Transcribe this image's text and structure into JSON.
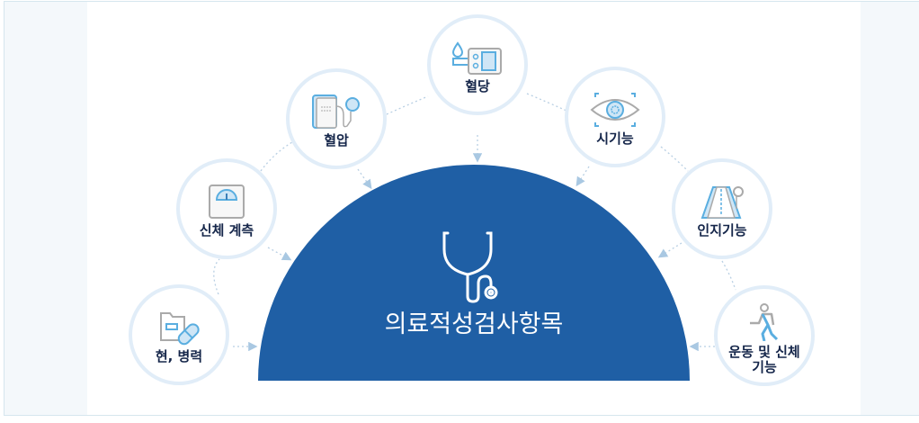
{
  "diagram": {
    "center": {
      "title": "의료적성검사항목",
      "icon": "stethoscope-icon",
      "color": "#1f5fa5"
    },
    "nodes": [
      {
        "id": "history",
        "label": "현, 병력",
        "icon": "folder-pill-icon"
      },
      {
        "id": "body-measure",
        "label": "신체 계측",
        "icon": "scale-icon"
      },
      {
        "id": "blood-pressure",
        "label": "혈압",
        "icon": "blood-pressure-monitor-icon"
      },
      {
        "id": "blood-sugar",
        "label": "혈당",
        "icon": "glucose-meter-icon"
      },
      {
        "id": "vision",
        "label": "시기능",
        "icon": "eye-icon"
      },
      {
        "id": "cognitive",
        "label": "인지기능",
        "icon": "road-sign-icon"
      },
      {
        "id": "motor",
        "label": "운동 및 신체\n기능",
        "label_line1": "운동 및 신체",
        "label_line2": "기능",
        "icon": "walking-person-icon"
      }
    ],
    "colors": {
      "node_border": "#e1edf8",
      "label_text": "#15264a",
      "accent_light": "#5aaee0",
      "icon_gray": "#a9a9a9",
      "connector": "#b8cfe3",
      "side_panel": "#f4f8fb"
    }
  }
}
